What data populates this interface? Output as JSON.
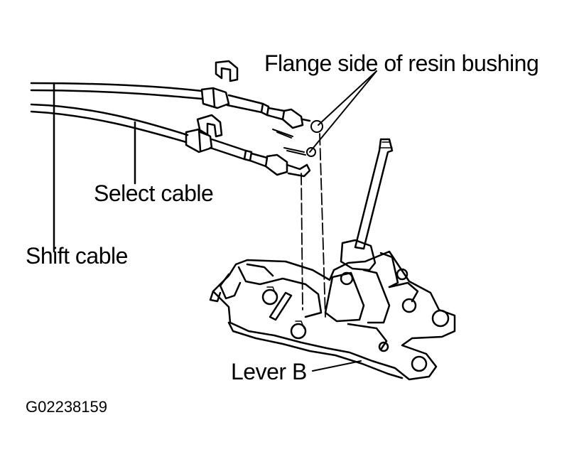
{
  "labels": {
    "flange": "Flange side of resin bushing",
    "select_cable": "Select cable",
    "shift_cable": "Shift cable",
    "lever_b": "Lever B"
  },
  "figure_code": "G02238159"
}
